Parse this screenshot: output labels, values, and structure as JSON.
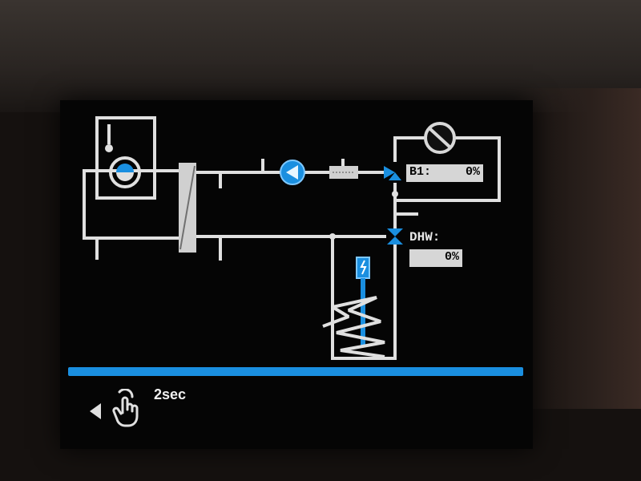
{
  "display": {
    "boiler_label": "B1:",
    "boiler_value": "0%",
    "dhw_label": "DHW:",
    "dhw_value": "0%",
    "timer_text": "2sec"
  },
  "icons": {
    "thermometer": "thermometer-icon",
    "fan": "fan-icon",
    "heat_exchanger": "heat-exchanger-icon",
    "pump": "pump-icon",
    "filter": "filter-icon",
    "valve": "valve-icon",
    "gauge": "gauge-icon",
    "heater_element": "heater-element-icon",
    "coil": "coil-icon",
    "back": "back-arrow-icon",
    "touch": "touch-hand-icon"
  },
  "colors": {
    "line": "#e0e0e0",
    "accent": "#1a8fe0",
    "screen": "#050505"
  }
}
